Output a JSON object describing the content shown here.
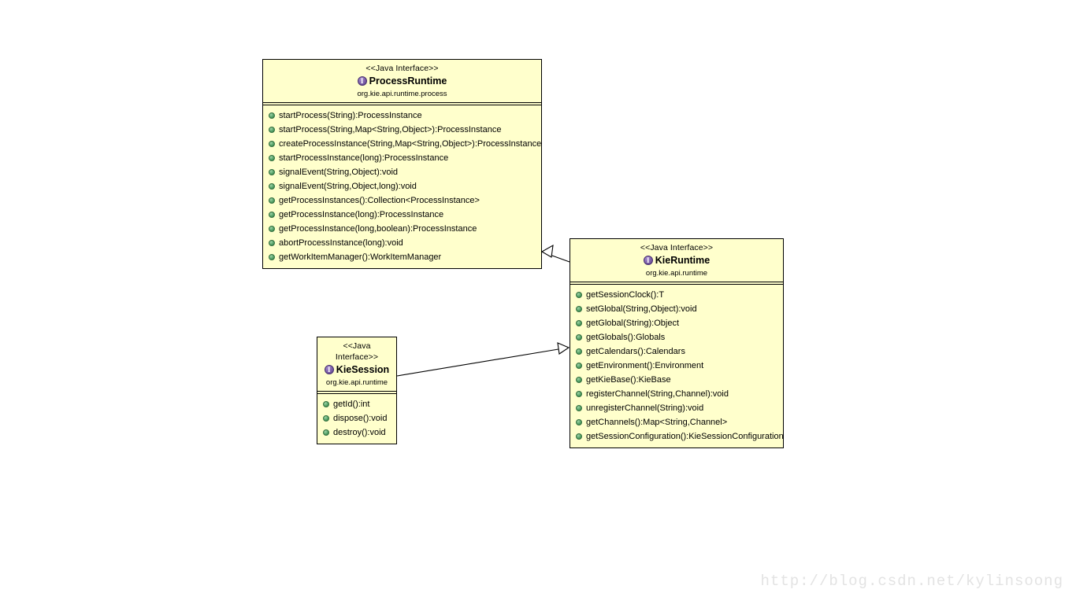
{
  "diagram": {
    "type": "uml-class-diagram",
    "background_color": "#ffffff",
    "class_fill_color": "#ffffcc",
    "class_border_color": "#000000",
    "interface_icon_color": "#7b5ea8",
    "member_icon_color": "#4f9e63"
  },
  "classes": [
    {
      "id": "process-runtime",
      "stereotype": "<<Java Interface>>",
      "name": "ProcessRuntime",
      "package": "org.kie.api.runtime.process",
      "icon": "interface-icon",
      "members": [
        {
          "icon": "public-method-icon",
          "label": "startProcess(String):ProcessInstance"
        },
        {
          "icon": "public-method-icon",
          "label": "startProcess(String,Map<String,Object>):ProcessInstance"
        },
        {
          "icon": "public-method-icon",
          "label": "createProcessInstance(String,Map<String,Object>):ProcessInstance"
        },
        {
          "icon": "public-method-icon",
          "label": "startProcessInstance(long):ProcessInstance"
        },
        {
          "icon": "public-method-icon",
          "label": "signalEvent(String,Object):void"
        },
        {
          "icon": "public-method-icon",
          "label": "signalEvent(String,Object,long):void"
        },
        {
          "icon": "public-method-icon",
          "label": "getProcessInstances():Collection<ProcessInstance>"
        },
        {
          "icon": "public-method-icon",
          "label": "getProcessInstance(long):ProcessInstance"
        },
        {
          "icon": "public-method-icon",
          "label": "getProcessInstance(long,boolean):ProcessInstance"
        },
        {
          "icon": "public-method-icon",
          "label": "abortProcessInstance(long):void"
        },
        {
          "icon": "public-method-icon",
          "label": "getWorkItemManager():WorkItemManager"
        }
      ]
    },
    {
      "id": "kie-runtime",
      "stereotype": "<<Java Interface>>",
      "name": "KieRuntime",
      "package": "org.kie.api.runtime",
      "icon": "interface-icon",
      "members": [
        {
          "icon": "public-method-icon",
          "label": "getSessionClock():T"
        },
        {
          "icon": "public-method-icon",
          "label": "setGlobal(String,Object):void"
        },
        {
          "icon": "public-method-icon",
          "label": "getGlobal(String):Object"
        },
        {
          "icon": "public-method-icon",
          "label": "getGlobals():Globals"
        },
        {
          "icon": "public-method-icon",
          "label": "getCalendars():Calendars"
        },
        {
          "icon": "public-method-icon",
          "label": "getEnvironment():Environment"
        },
        {
          "icon": "public-method-icon",
          "label": "getKieBase():KieBase"
        },
        {
          "icon": "public-method-icon",
          "label": "registerChannel(String,Channel):void"
        },
        {
          "icon": "public-method-icon",
          "label": "unregisterChannel(String):void"
        },
        {
          "icon": "public-method-icon",
          "label": "getChannels():Map<String,Channel>"
        },
        {
          "icon": "public-method-icon",
          "label": "getSessionConfiguration():KieSessionConfiguration"
        }
      ]
    },
    {
      "id": "kie-session",
      "stereotype": "<<Java Interface>>",
      "name": "KieSession",
      "package": "org.kie.api.runtime",
      "icon": "interface-icon",
      "members": [
        {
          "icon": "public-method-icon",
          "label": "getId():int"
        },
        {
          "icon": "public-method-icon",
          "label": "dispose():void"
        },
        {
          "icon": "public-method-icon",
          "label": "destroy():void"
        }
      ]
    }
  ],
  "relationships": [
    {
      "id": "kieruntime-extends-processruntime",
      "type": "generalization",
      "from": "kie-runtime",
      "to": "process-runtime",
      "arrow": "hollow-triangle"
    },
    {
      "id": "kiesession-extends-kieruntime",
      "type": "generalization",
      "from": "kie-session",
      "to": "kie-runtime",
      "arrow": "hollow-triangle"
    }
  ],
  "watermark": {
    "text": "http://blog.csdn.net/kylinsoong"
  }
}
